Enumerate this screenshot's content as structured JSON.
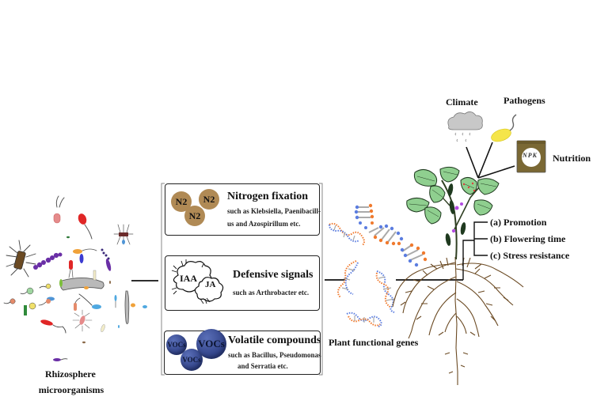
{
  "left": {
    "label_line1": "Rhizosphere",
    "label_line2": "microorganisms"
  },
  "mechanisms": [
    {
      "title": "Nitrogen fixation",
      "subtitle_line1": "such as Klebsiella, Paenibacill-",
      "subtitle_line2": "us and Azospirillum etc.",
      "icons": [
        "N2",
        "N2",
        "N2"
      ],
      "icon_color": "#b08a55"
    },
    {
      "title": "Defensive signals",
      "subtitle_line1": "such as Arthrobacter etc.",
      "icons": [
        "IAA",
        "JA"
      ]
    },
    {
      "title": "Volatile compounds",
      "subtitle_line1": "such as Bacillus, Pseudomonas",
      "subtitle_line2": "and Serratia etc.",
      "icons": [
        "VOCs",
        "VOCs",
        "VOCs"
      ],
      "icon_color": "#3a4c98"
    }
  ],
  "genes": {
    "label": "Plant functional genes"
  },
  "plant": {
    "factors": [
      {
        "label": "Climate",
        "icon": "cloud-rain-icon"
      },
      {
        "label": "Pathogens",
        "icon": "pathogen-icon"
      },
      {
        "label": "Nutrition",
        "icon": "npk-bag-icon",
        "bag_text": "NPK"
      }
    ],
    "outcomes": [
      "(a) Promotion",
      "(b) Flowering time",
      "(c) Stress resistance"
    ]
  }
}
